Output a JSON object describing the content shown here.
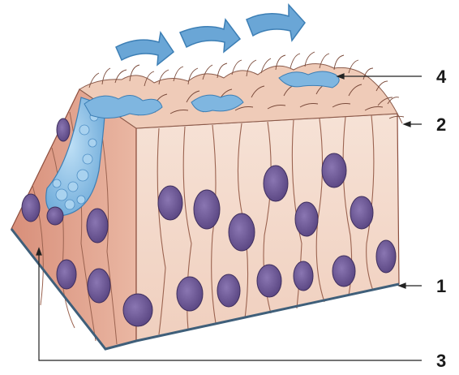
{
  "labels": [
    {
      "id": "label-1",
      "text": "1"
    },
    {
      "id": "label-2",
      "text": "2"
    },
    {
      "id": "label-3",
      "text": "3"
    },
    {
      "id": "label-4",
      "text": "4"
    }
  ],
  "colors": {
    "cell_fill": "#f3d8c9",
    "side_fill": "#e2a48e",
    "nucleus": "#6b5596",
    "mucus": "#7fb6e0",
    "arrow": "#6aa6d6",
    "basement": "#3f5f7a",
    "cilia": "#8a5a4a",
    "leader": "#222222"
  },
  "icons": [
    "flow-arrow-icon"
  ]
}
